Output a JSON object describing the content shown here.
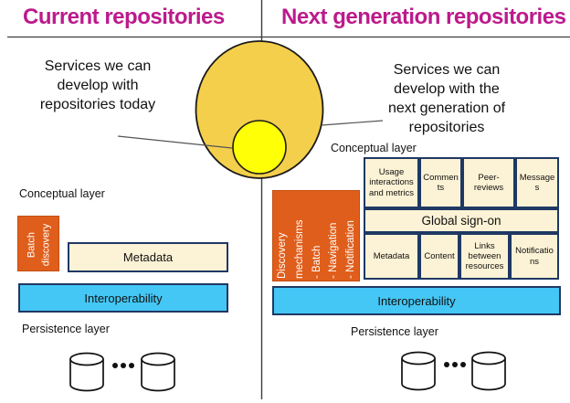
{
  "titles": {
    "left": "Current repositories",
    "right": "Next generation repositories"
  },
  "annotations": {
    "left_services": "Services we can\ndevelop with\nrepositories today",
    "right_services": "Services we can\ndevelop with the\nnext generation of\nrepositories"
  },
  "left_panel": {
    "conceptual_label": "Conceptual layer",
    "batch_box": "Batch\ndiscovery",
    "metadata_box": "Metadata",
    "interoperability": "Interoperability",
    "persistence_label": "Persistence layer"
  },
  "right_panel": {
    "conceptual_label": "Conceptual layer",
    "discovery_box": "Discovery\nmechanisms\n- Batch\n- Navigation\n- Notification",
    "grid": {
      "row1": [
        "Usage interactions and metrics",
        "Comments",
        "Peer-reviews",
        "Messages"
      ],
      "row2": "Global sign-on",
      "row3": [
        "Metadata",
        "Content",
        "Links between resources",
        "Notifications"
      ]
    },
    "interoperability": "Interoperability",
    "persistence_label": "Persistence layer"
  },
  "colors": {
    "title_magenta": "#bc1a8c",
    "venn_gold": "#f4cf4b",
    "venn_yellow": "#ffff05",
    "box_orange": "#e05e1b",
    "box_cream": "#fcf2d5",
    "border_navy": "#1f3864",
    "bar_cyan": "#44c7f5"
  }
}
